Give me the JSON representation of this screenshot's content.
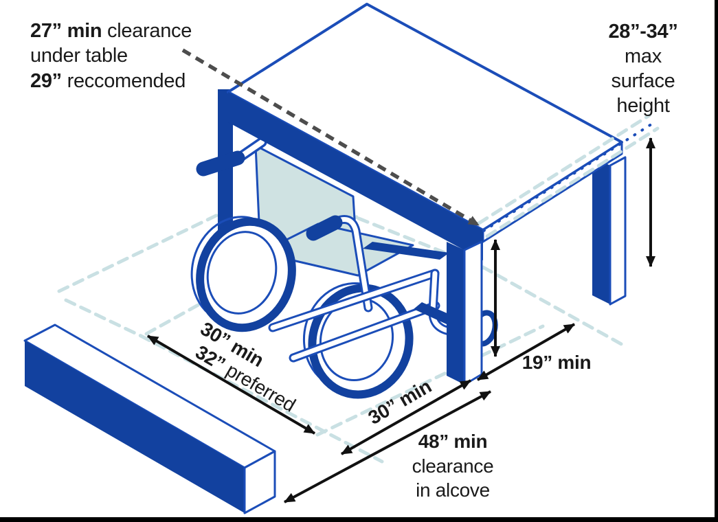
{
  "colors": {
    "primary_blue": "#12419F",
    "line_blue": "#1B4DB8",
    "pale_teal": "#CFE2E2",
    "floor_dash": "#C9E0E3",
    "pointer_gray": "#4D4D4D",
    "dimension_black": "#111111",
    "frame_black": "#000000"
  },
  "annotations": {
    "knee_clearance": {
      "bold1": "27” min",
      "text1": " clearance",
      "line2": "under table",
      "bold2": "29”",
      "text2": " reccomended"
    },
    "surface_height": {
      "bold": "28”-34”",
      "line2": "max",
      "line3": "surface",
      "line4": "height"
    },
    "chair_width": {
      "line1": "30” min",
      "bold2": "32”",
      "text2": " preferred"
    },
    "chair_depth": {
      "label": "30” min"
    },
    "knee_depth": {
      "label": "19” min"
    },
    "alcove": {
      "bold": "48” min",
      "line2": "clearance",
      "line3": "in alcove"
    }
  }
}
